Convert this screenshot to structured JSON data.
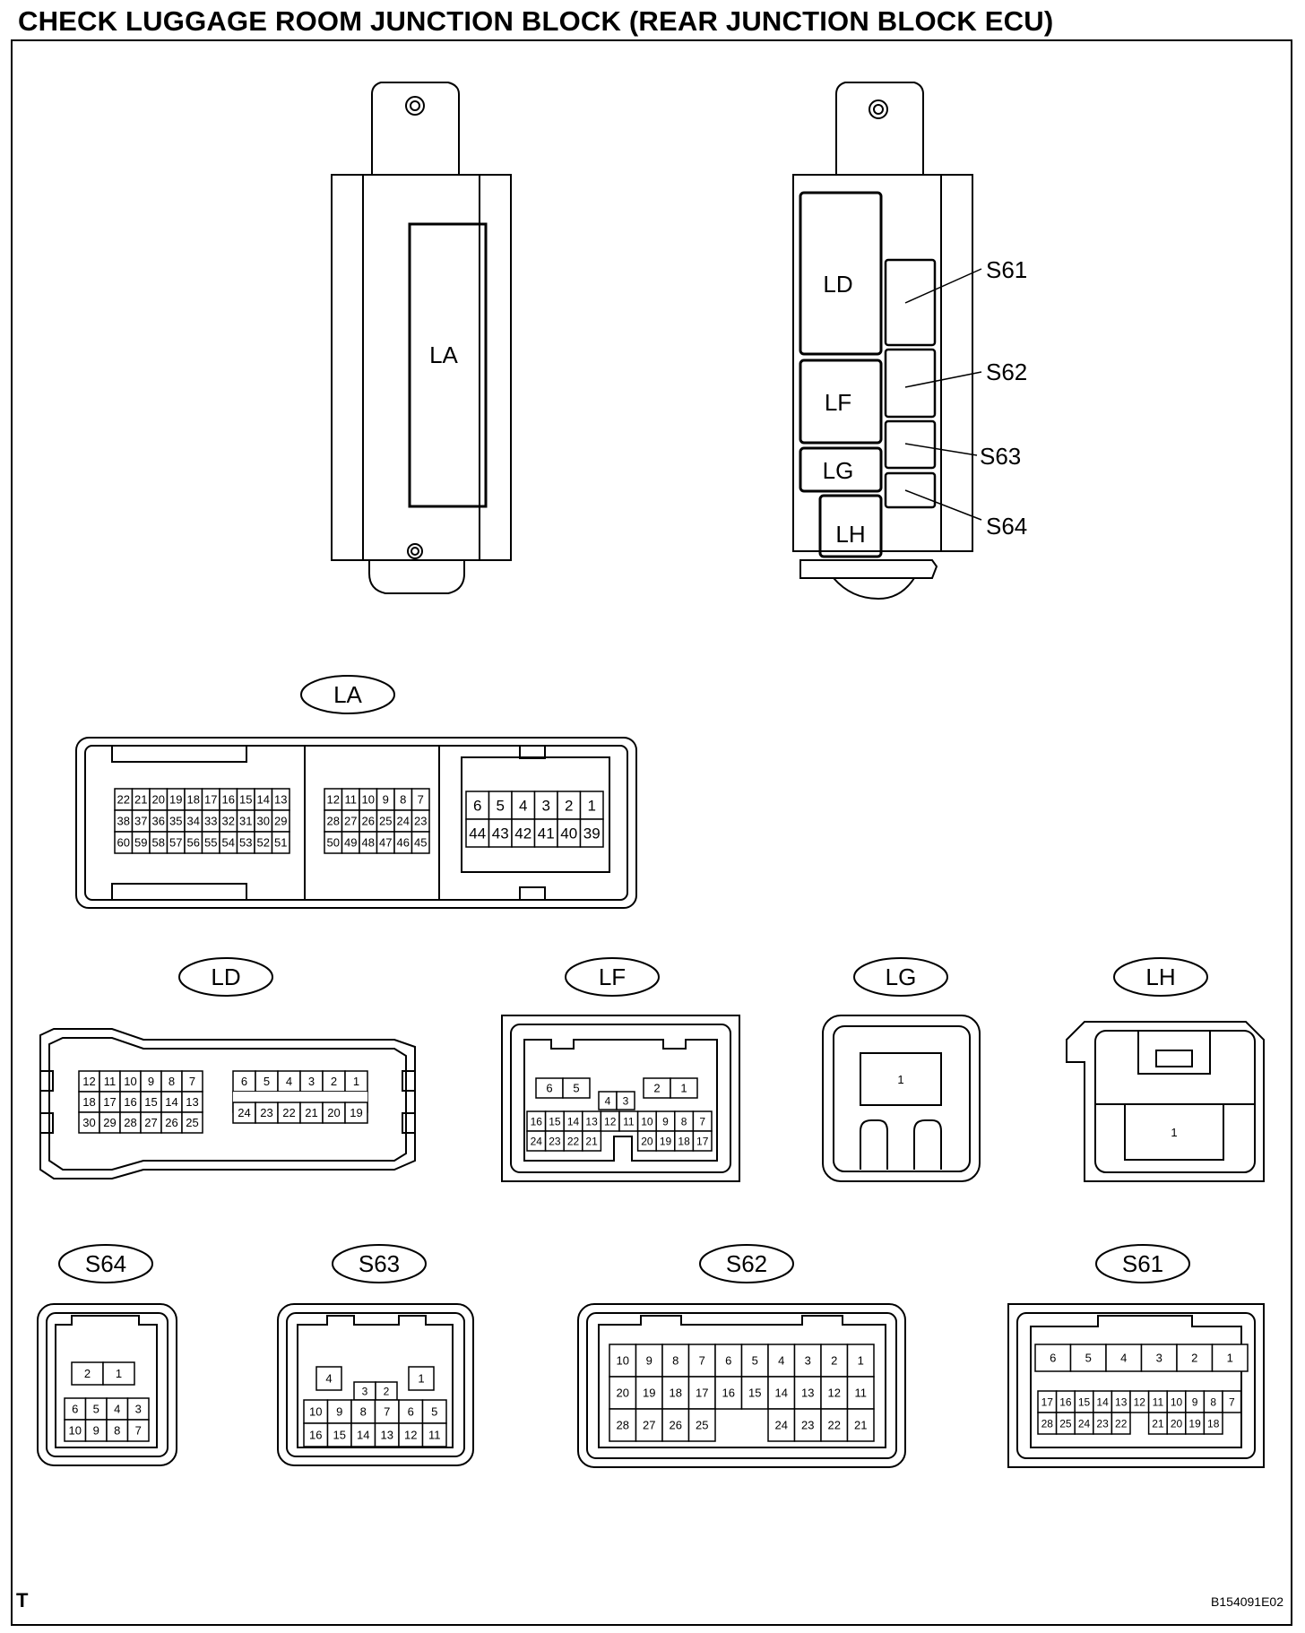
{
  "title": "CHECK LUGGAGE ROOM JUNCTION BLOCK (REAR JUNCTION BLOCK ECU)",
  "corner_left": "T",
  "corner_right": "B154091E02",
  "overview": {
    "left_block_label": "LA",
    "right_block_labels": [
      "LD",
      "LF",
      "LG",
      "LH"
    ],
    "callouts": [
      "S61",
      "S62",
      "S63",
      "S64"
    ]
  },
  "connectors": {
    "LA": {
      "name": "LA",
      "groups": [
        [
          [
            "22",
            "21",
            "20",
            "19",
            "18",
            "17",
            "16",
            "15",
            "14",
            "13"
          ],
          [
            "38",
            "37",
            "36",
            "35",
            "34",
            "33",
            "32",
            "31",
            "30",
            "29"
          ],
          [
            "60",
            "59",
            "58",
            "57",
            "56",
            "55",
            "54",
            "53",
            "52",
            "51"
          ]
        ],
        [
          [
            "12",
            "11",
            "10",
            "9",
            "8",
            "7"
          ],
          [
            "28",
            "27",
            "26",
            "25",
            "24",
            "23"
          ],
          [
            "50",
            "49",
            "48",
            "47",
            "46",
            "45"
          ]
        ],
        [
          [
            "6",
            "5",
            "4",
            "3",
            "2",
            "1"
          ],
          [
            "44",
            "43",
            "42",
            "41",
            "40",
            "39"
          ]
        ]
      ]
    },
    "LD": {
      "name": "LD",
      "groups": [
        [
          [
            "12",
            "11",
            "10",
            "9",
            "8",
            "7"
          ],
          [
            "18",
            "17",
            "16",
            "15",
            "14",
            "13"
          ],
          [
            "30",
            "29",
            "28",
            "27",
            "26",
            "25"
          ]
        ],
        [
          [
            "6",
            "5",
            "4",
            "3",
            "2",
            "1"
          ],
          [
            "24",
            "23",
            "22",
            "21",
            "20",
            "19"
          ]
        ]
      ]
    },
    "LF": {
      "name": "LF",
      "top": [
        [
          "6",
          "5"
        ],
        [
          "4",
          "3"
        ],
        [
          "2",
          "1"
        ]
      ],
      "rows": [
        [
          "16",
          "15",
          "14",
          "13",
          "12",
          "11",
          "10",
          "9",
          "8",
          "7"
        ],
        [
          "24",
          "23",
          "22",
          "21",
          "",
          "",
          "20",
          "19",
          "18",
          "17"
        ]
      ]
    },
    "LG": {
      "name": "LG",
      "pin": "1"
    },
    "LH": {
      "name": "LH",
      "pin": "1"
    },
    "S64": {
      "name": "S64",
      "top": [
        "2",
        "1"
      ],
      "rows": [
        [
          "6",
          "5",
          "4",
          "3"
        ],
        [
          "10",
          "9",
          "8",
          "7"
        ]
      ]
    },
    "S63": {
      "name": "S63",
      "top_left": "4",
      "top_mid": [
        "3",
        "2"
      ],
      "top_right": "1",
      "rows": [
        [
          "10",
          "9",
          "8",
          "7",
          "6",
          "5"
        ],
        [
          "16",
          "15",
          "14",
          "13",
          "12",
          "11"
        ]
      ]
    },
    "S62": {
      "name": "S62",
      "rows": [
        [
          "10",
          "9",
          "8",
          "7",
          "6",
          "5",
          "4",
          "3",
          "2",
          "1"
        ],
        [
          "20",
          "19",
          "18",
          "17",
          "16",
          "15",
          "14",
          "13",
          "12",
          "11"
        ],
        [
          "28",
          "27",
          "26",
          "25",
          "",
          "",
          "24",
          "23",
          "22",
          "21"
        ]
      ]
    },
    "S61": {
      "name": "S61",
      "top": [
        "6",
        "5",
        "4",
        "3",
        "2",
        "1"
      ],
      "rows": [
        [
          "17",
          "16",
          "15",
          "14",
          "13",
          "12",
          "11",
          "10",
          "9",
          "8",
          "7"
        ],
        [
          "28",
          "25",
          "24",
          "23",
          "22",
          "",
          "21",
          "20",
          "19",
          "18"
        ]
      ]
    }
  }
}
